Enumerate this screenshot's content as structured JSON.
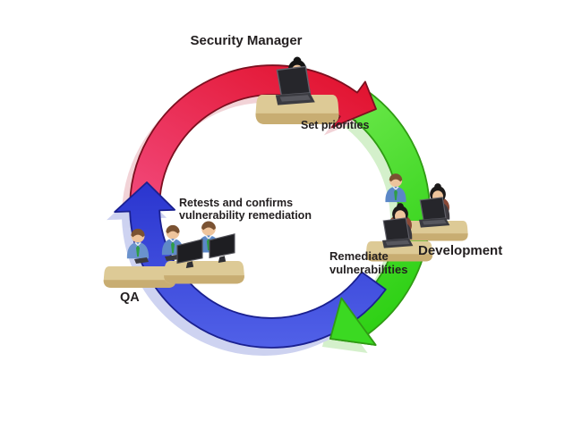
{
  "diagram": {
    "type": "cycle",
    "description": "Vulnerability remediation workflow cycle between Security Manager, Development and QA",
    "labels": {
      "security_manager": "Security Manager",
      "set_priorities": "Set priorities",
      "development": "Development",
      "remediate": "Remediate\nvulnerabilities",
      "qa": "QA",
      "retests": "Retests and confirms\nvulnerability remediation"
    },
    "arrows": [
      {
        "name": "red-arrow",
        "from": "QA side (left)",
        "to": "Security Manager → Development (points right)",
        "color": "#e4123a"
      },
      {
        "name": "green-arrow",
        "from": "Security Manager (top right)",
        "to": "Development → QA (points down-left)",
        "color": "#3fd824"
      },
      {
        "name": "blue-arrow",
        "from": "Development (bottom right)",
        "to": "QA → Security Manager (points up)",
        "color": "#3344d8"
      }
    ],
    "figures": {
      "security_manager": "woman-at-desk-with-laptop",
      "development": "three-developers-at-desks-with-laptops",
      "qa": "three-qa-testers-at-desks-with-monitors"
    },
    "colors": {
      "background": "#ffffff",
      "text": "#231f20",
      "red": "#e4123a",
      "green": "#3fd824",
      "blue": "#3344d8"
    }
  }
}
